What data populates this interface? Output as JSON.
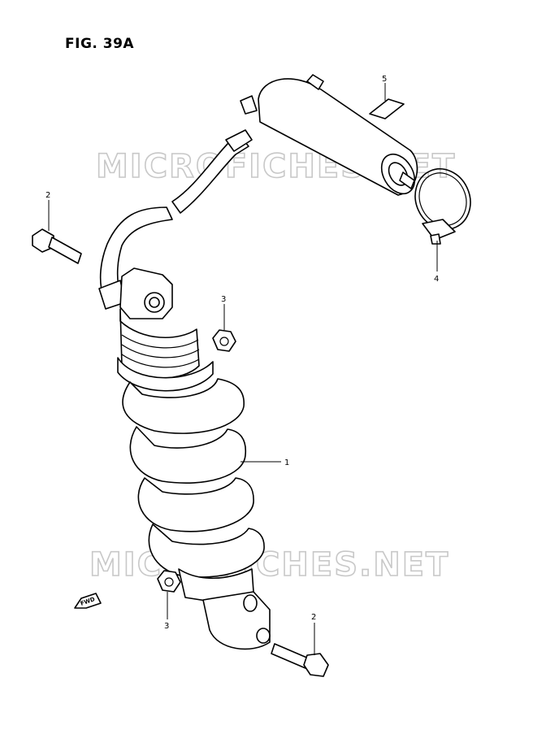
{
  "figure": {
    "title": "FIG. 39A"
  },
  "watermark": {
    "text": "MICROFICHES.NET"
  },
  "fwd_label": "FWD",
  "callouts": [
    {
      "id": "shock-absorber",
      "number": "1"
    },
    {
      "id": "bolt-upper",
      "number": "2"
    },
    {
      "id": "bolt-lower",
      "number": "2"
    },
    {
      "id": "nut-upper",
      "number": "3"
    },
    {
      "id": "nut-lower",
      "number": "3"
    },
    {
      "id": "clamp",
      "number": "4"
    },
    {
      "id": "cushion",
      "number": "5"
    }
  ]
}
